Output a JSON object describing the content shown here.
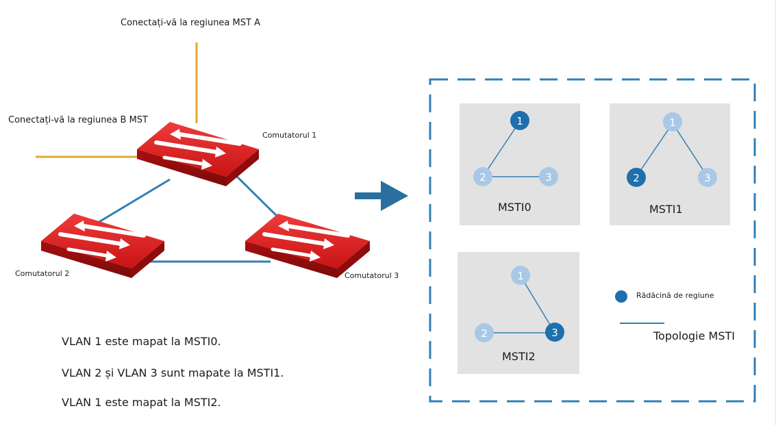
{
  "connections": {
    "region_a": "Conectați-vă la regiunea MST A",
    "region_b": "Conectați-vă la regiunea B MST"
  },
  "switches": [
    {
      "label": "Comutatorul 1"
    },
    {
      "label": "Comutatorul 2"
    },
    {
      "label": "Comutatorul 3"
    }
  ],
  "notes": [
    "VLAN 1 este mapat la MSTI0.",
    "VLAN 2 și VLAN 3 sunt mapate la MSTI1.",
    "VLAN 1 este mapat la MSTI2."
  ],
  "instances": [
    {
      "name": "MSTI0",
      "nodes": [
        "1",
        "2",
        "3"
      ],
      "root": "1"
    },
    {
      "name": "MSTI1",
      "nodes": [
        "1",
        "2",
        "3"
      ],
      "root": "2"
    },
    {
      "name": "MSTI2",
      "nodes": [
        "1",
        "2",
        "3"
      ],
      "root": "3"
    }
  ],
  "legend": {
    "root": "Rădăcină de regiune",
    "topology": "Topologie MSTI"
  },
  "colors": {
    "link_orange": "#e6a532",
    "link_blue": "#2f7fb6",
    "switch_red": "#d91f1f",
    "node_root": "#1f6fad",
    "node_light": "#a9c8e6",
    "panel_bg": "#e2e2e2",
    "dash_blue": "#2f7fb6",
    "arrow_blue": "#2a6f9f"
  }
}
